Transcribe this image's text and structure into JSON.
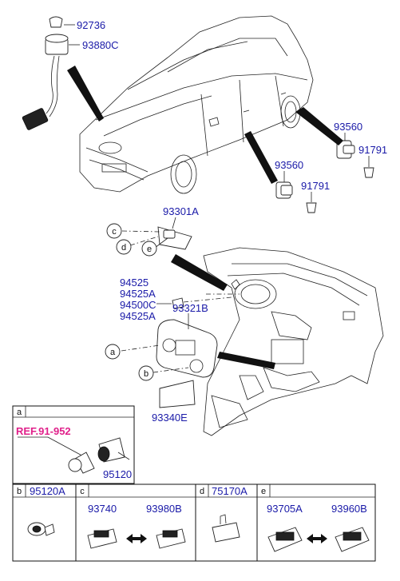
{
  "diagram": {
    "callouts": {
      "p92736": "92736",
      "p93880c": "93880C",
      "p93560_right": "93560",
      "p91791_right": "91791",
      "p93560_left": "93560",
      "p91791_left": "91791",
      "p93301a": "93301A",
      "p94525_1": "94525",
      "p94525a_1": "94525A",
      "p94500c": "94500C",
      "p94525a_2": "94525A",
      "p93321b": "93321B",
      "p93340e": "93340E"
    },
    "circle_labels": {
      "c": "c",
      "d": "d",
      "e": "e",
      "a": "a",
      "b": "b"
    }
  },
  "detail_table": {
    "a": {
      "letter": "a",
      "ref": "REF.91-952",
      "part": "95120"
    },
    "b": {
      "letter": "b",
      "part": "95120A"
    },
    "c": {
      "letter": "c",
      "left_part": "93740",
      "right_part": "93980B"
    },
    "d": {
      "letter": "d",
      "part": "75170A"
    },
    "e": {
      "letter": "e",
      "left_part": "93705A",
      "right_part": "93960B"
    }
  }
}
